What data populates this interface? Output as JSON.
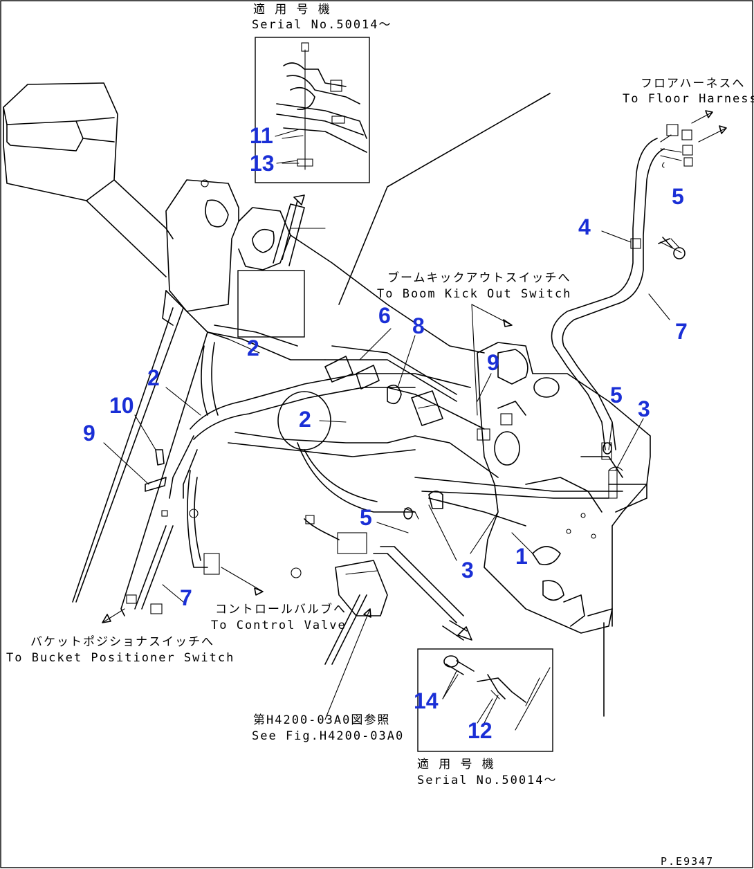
{
  "labels": {
    "serial_top_jp": "適 用 号 機",
    "serial_top_en": "Serial No.50014～",
    "floor_jp": "フロアハーネスへ",
    "floor_en": "To Floor Harness",
    "boom_jp": "ブームキックアウトスイッチへ",
    "boom_en": "To Boom Kick Out Switch",
    "control_jp": "コントロールバルブへ",
    "control_en": "To Control Valve",
    "bucket_jp": "バケットポジショナスイッチへ",
    "bucket_en": "To Bucket Positioner Switch",
    "see_fig_jp": "第H4200-03A0図参照",
    "see_fig_en": "See Fig.H4200-03A0",
    "serial_bottom_jp": "適 用 号 機",
    "serial_bottom_en": "Serial No.50014～",
    "figure_id": "P.E9347"
  },
  "callouts": {
    "n11": "11",
    "n13": "13",
    "n4": "4",
    "n5a": "5",
    "n7a": "7",
    "n6": "6",
    "n8": "8",
    "n9a": "9",
    "n2a": "2",
    "n2b": "2",
    "n2c": "2",
    "n10": "10",
    "n9b": "9",
    "n5b": "5",
    "n3a": "3",
    "n5c": "5",
    "n3b": "3",
    "n1": "1",
    "n7b": "7",
    "n14": "14",
    "n12": "12"
  },
  "colors": {
    "callout": "#1a2fd6",
    "line": "#000000",
    "background": "#ffffff"
  }
}
